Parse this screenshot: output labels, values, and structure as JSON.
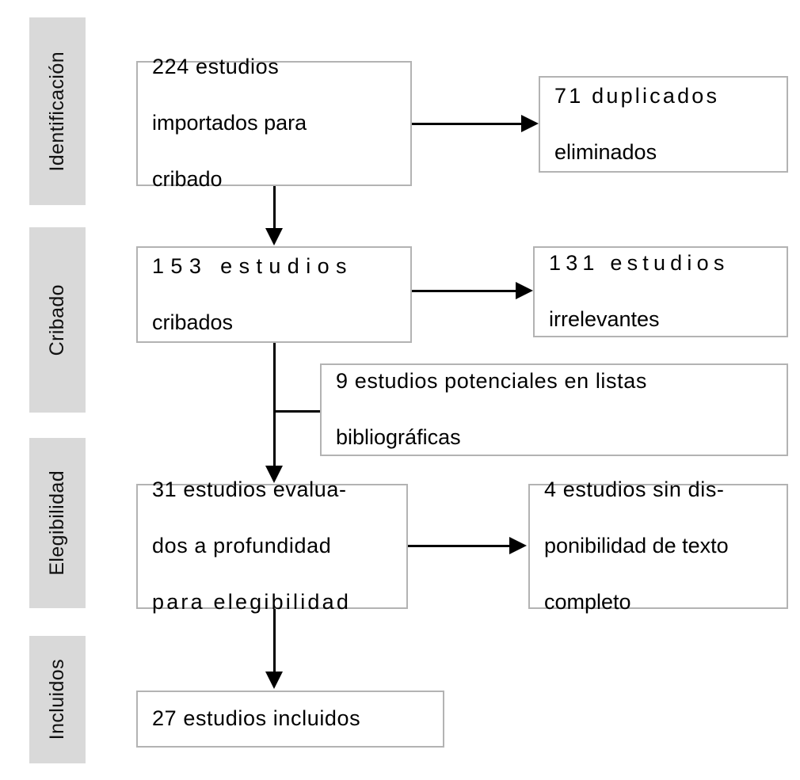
{
  "diagram": {
    "title": "Diagrama de flujo PRISMA",
    "language": "es",
    "colors": {
      "band_background": "#d9d9d9",
      "box_border": "#b3b3b3",
      "box_background": "#ffffff",
      "connector": "#000000",
      "text": "#000000",
      "page_background": "#ffffff"
    },
    "stages": [
      {
        "id": "identificacion",
        "label": "Identificación"
      },
      {
        "id": "cribado",
        "label": "Cribado"
      },
      {
        "id": "elegibilidad",
        "label": "Elegibilidad"
      },
      {
        "id": "incluidos",
        "label": "Incluidos"
      }
    ],
    "boxes": {
      "imported": {
        "id": "imported-studies",
        "count": 224,
        "text": "224 estudios importados para cribado",
        "line1": "224 estudios",
        "line2": "importados para",
        "line3": "cribado"
      },
      "duplicates": {
        "id": "duplicates-removed",
        "count": 71,
        "text": "71 duplicados eliminados",
        "line1": "71  duplicados",
        "line2": "eliminados"
      },
      "screened": {
        "id": "studies-screened",
        "count": 153,
        "text": "153 estudios cribados",
        "line1": "153 estudios",
        "line2": "cribados"
      },
      "irrelevant": {
        "id": "irrelevant-studies",
        "count": 131,
        "text": "131 estudios irrelevantes",
        "line1": "131 estudios",
        "line2": "irrelevantes"
      },
      "biblio": {
        "id": "bibliography-studies",
        "count": 9,
        "text": "9 estudios potenciales en listas bibliográficas",
        "line1": "9 estudios potenciales en listas",
        "line2": "bibliográficas"
      },
      "assessed": {
        "id": "studies-assessed",
        "count": 31,
        "text": "31 estudios evaluados a profundidad para elegibilidad",
        "line1": "31 estudios evalua-",
        "line2": "dos a profundidad",
        "line3": "para elegibilidad"
      },
      "nofulltext": {
        "id": "no-full-text",
        "count": 4,
        "text": "4 estudios sin disponibilidad de texto completo",
        "line1": "4 estudios sin dis-",
        "line2": "ponibilidad de texto",
        "line3": "completo"
      },
      "included": {
        "id": "studies-included",
        "count": 27,
        "text": "27 estudios incluidos",
        "line1": "27 estudios incluidos"
      }
    },
    "connectors": [
      {
        "id": "imported-to-duplicates",
        "from": "imported",
        "to": "duplicates",
        "direction": "right",
        "arrowhead": true
      },
      {
        "id": "imported-to-screened",
        "from": "imported",
        "to": "screened",
        "direction": "down",
        "arrowhead": true
      },
      {
        "id": "screened-to-irrelevant",
        "from": "screened",
        "to": "irrelevant",
        "direction": "right",
        "arrowhead": true
      },
      {
        "id": "screened-to-assessed",
        "from": "screened",
        "to": "assessed",
        "direction": "down",
        "arrowhead": true
      },
      {
        "id": "biblio-to-mainline",
        "from": "biblio",
        "to": "screened-to-assessed",
        "direction": "left",
        "arrowhead": false
      },
      {
        "id": "assessed-to-nofulltext",
        "from": "assessed",
        "to": "nofulltext",
        "direction": "right",
        "arrowhead": true
      },
      {
        "id": "assessed-to-included",
        "from": "assessed",
        "to": "included",
        "direction": "down",
        "arrowhead": true
      }
    ]
  }
}
